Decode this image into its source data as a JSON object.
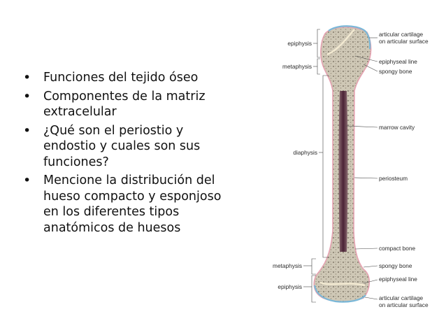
{
  "slide": {
    "bullets": [
      "Funciones del tejido óseo",
      "Componentes de la matriz extracelular",
      "¿Qué son el periostio y endostio y cuales son sus funciones?",
      "Mencione la distribución del hueso compacto y esponjoso en los diferentes tipos anatómicos  de huesos"
    ]
  },
  "diagram": {
    "left_labels": {
      "epiphysis_top": "epiphysis",
      "metaphysis_top": "metaphysis",
      "diaphysis": "diaphysis",
      "metaphysis_bottom": "metaphysis",
      "epiphysis_bottom": "epiphysis"
    },
    "right_labels": {
      "cartilage_top_1": "articular cartilage",
      "cartilage_top_2": "on articular surface",
      "epiphyseal_line_top": "epiphyseal line",
      "spongy_top": "spongy bone",
      "marrow": "marrow cavity",
      "periosteum": "periosteum",
      "compact": "compact bone",
      "spongy_bottom": "spongy bone",
      "epiphyseal_line_bottom": "epiphyseal line",
      "cartilage_bottom_1": "articular cartilage",
      "cartilage_bottom_2": "on articular surface"
    },
    "colors": {
      "bone_tissue": "#c9c2b0",
      "marrow_cavity": "#5a2a3e",
      "periosteum_outline": "#e6a3b2",
      "articular_cartilage": "#7ab8d8",
      "epiphyseal_line": "#f3ead2"
    }
  }
}
